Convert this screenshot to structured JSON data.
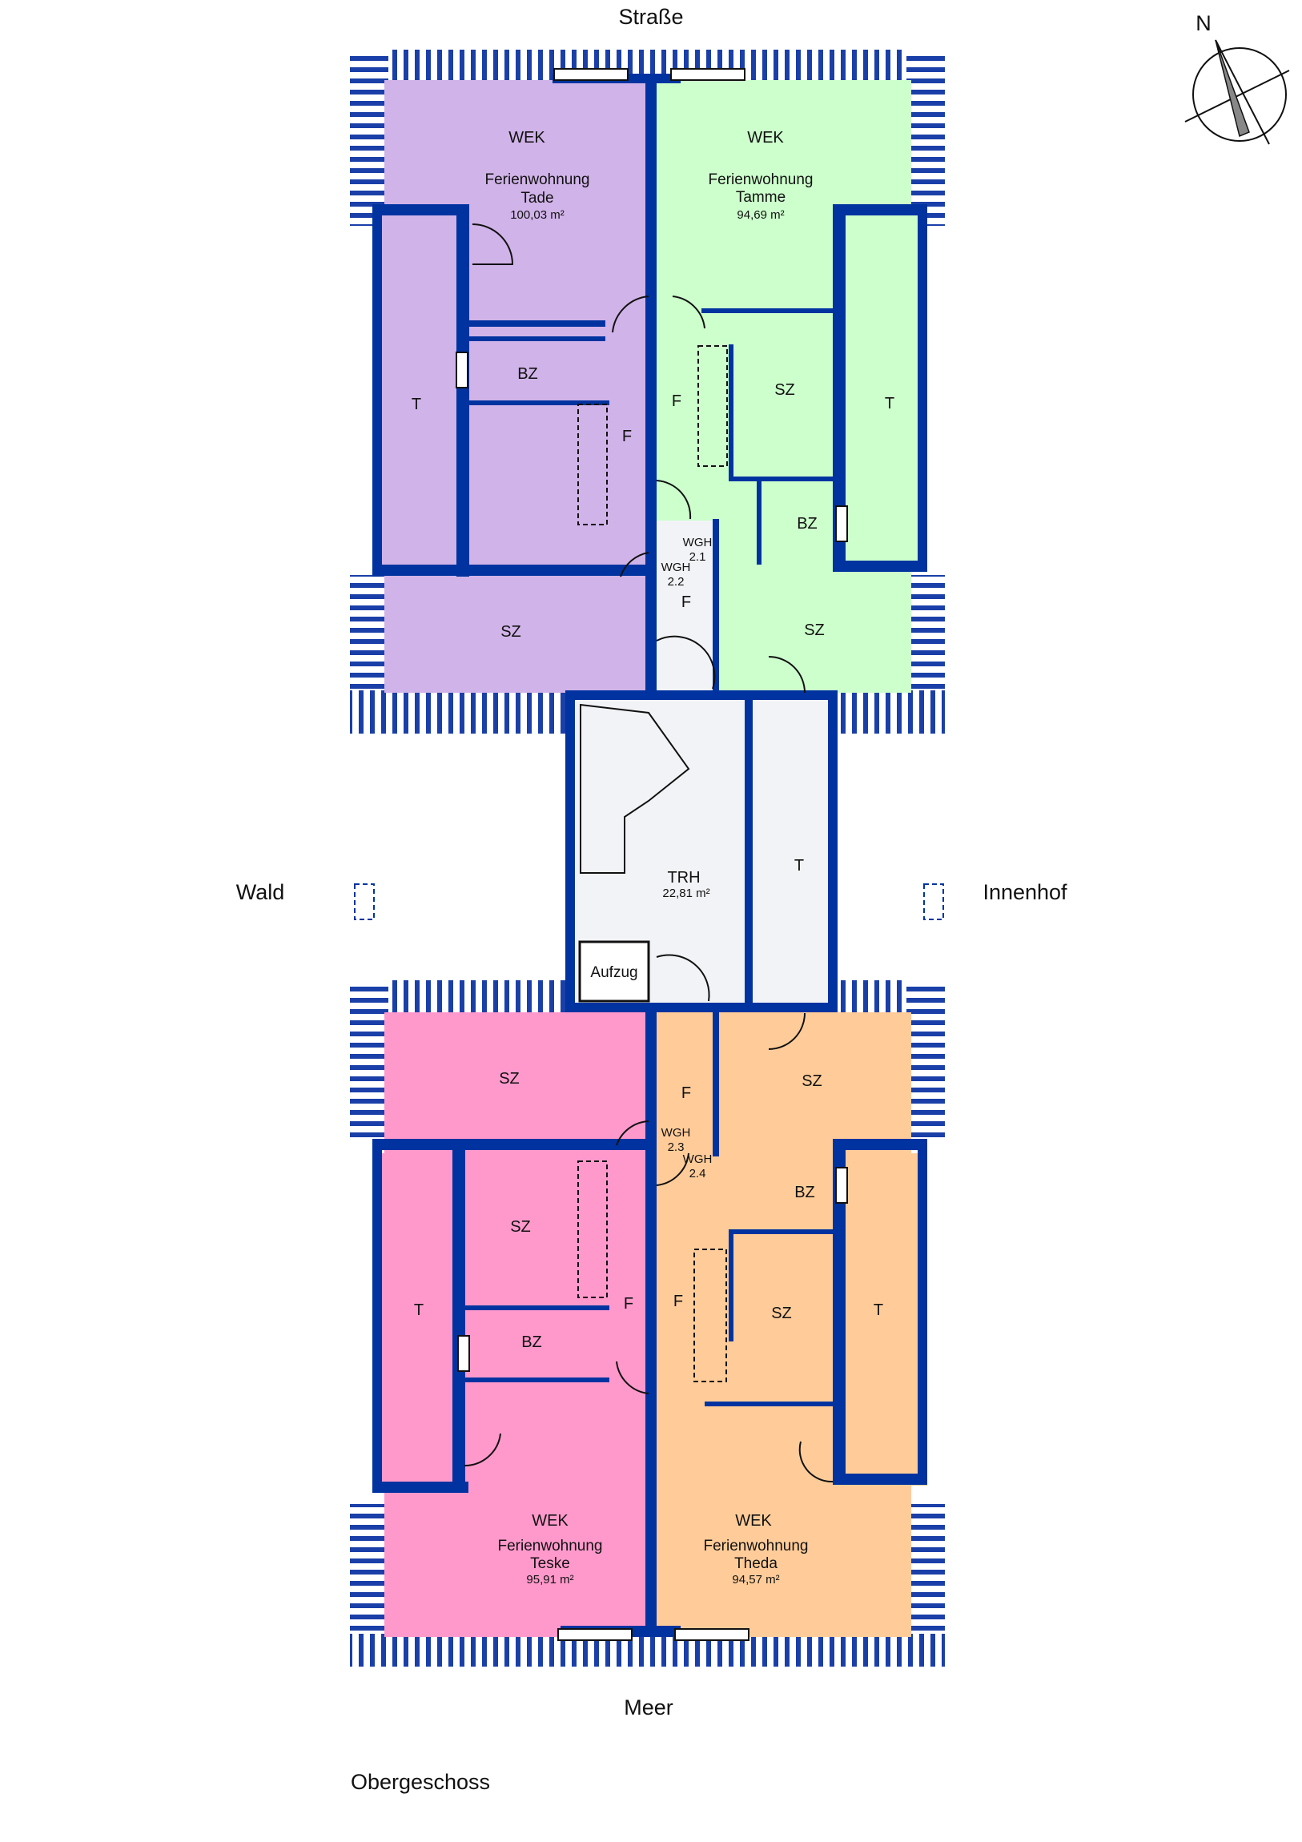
{
  "orientation": {
    "top": "Straße",
    "bottom": "Meer",
    "left": "Wald",
    "right": "Innenhof",
    "north": "N"
  },
  "floor_label": "Obergeschoss",
  "colors": {
    "wall": "#0033a0",
    "tade": "#d0b3e8",
    "tamme": "#ccffcc",
    "teske": "#ff99cc",
    "theda": "#ffcc99",
    "common": "#f2f3f6"
  },
  "apartments": {
    "tade": {
      "main": "WEK",
      "title": "Ferienwohnung",
      "name": "Tade",
      "area": "100,03 m²",
      "rooms": {
        "t": "T",
        "bz": "BZ",
        "f": "F",
        "sz": "SZ"
      }
    },
    "tamme": {
      "main": "WEK",
      "title": "Ferienwohnung",
      "name": "Tamme",
      "area": "94,69 m²",
      "rooms": {
        "f": "F",
        "sz1": "SZ",
        "t": "T",
        "bz": "BZ",
        "sz2": "SZ"
      }
    },
    "teske": {
      "main": "WEK",
      "title": "Ferienwohnung",
      "name": "Teske",
      "area": "95,91 m²",
      "rooms": {
        "sz1": "SZ",
        "sz2": "SZ",
        "t": "T",
        "bz": "BZ",
        "f": "F"
      }
    },
    "theda": {
      "main": "WEK",
      "title": "Ferienwohnung",
      "name": "Theda",
      "area": "94,57 m²",
      "rooms": {
        "sz1": "SZ",
        "f1": "F",
        "bz": "BZ",
        "f2": "F",
        "sz2": "SZ",
        "t": "T"
      }
    }
  },
  "common": {
    "trh": "TRH",
    "trh_area": "22,81 m²",
    "t": "T",
    "aufzug": "Aufzug",
    "f_upper": "F",
    "wgh": [
      {
        "label": "WGH",
        "num": "2.1"
      },
      {
        "label": "WGH",
        "num": "2.2"
      },
      {
        "label": "WGH",
        "num": "2.3"
      },
      {
        "label": "WGH",
        "num": "2.4"
      }
    ]
  }
}
